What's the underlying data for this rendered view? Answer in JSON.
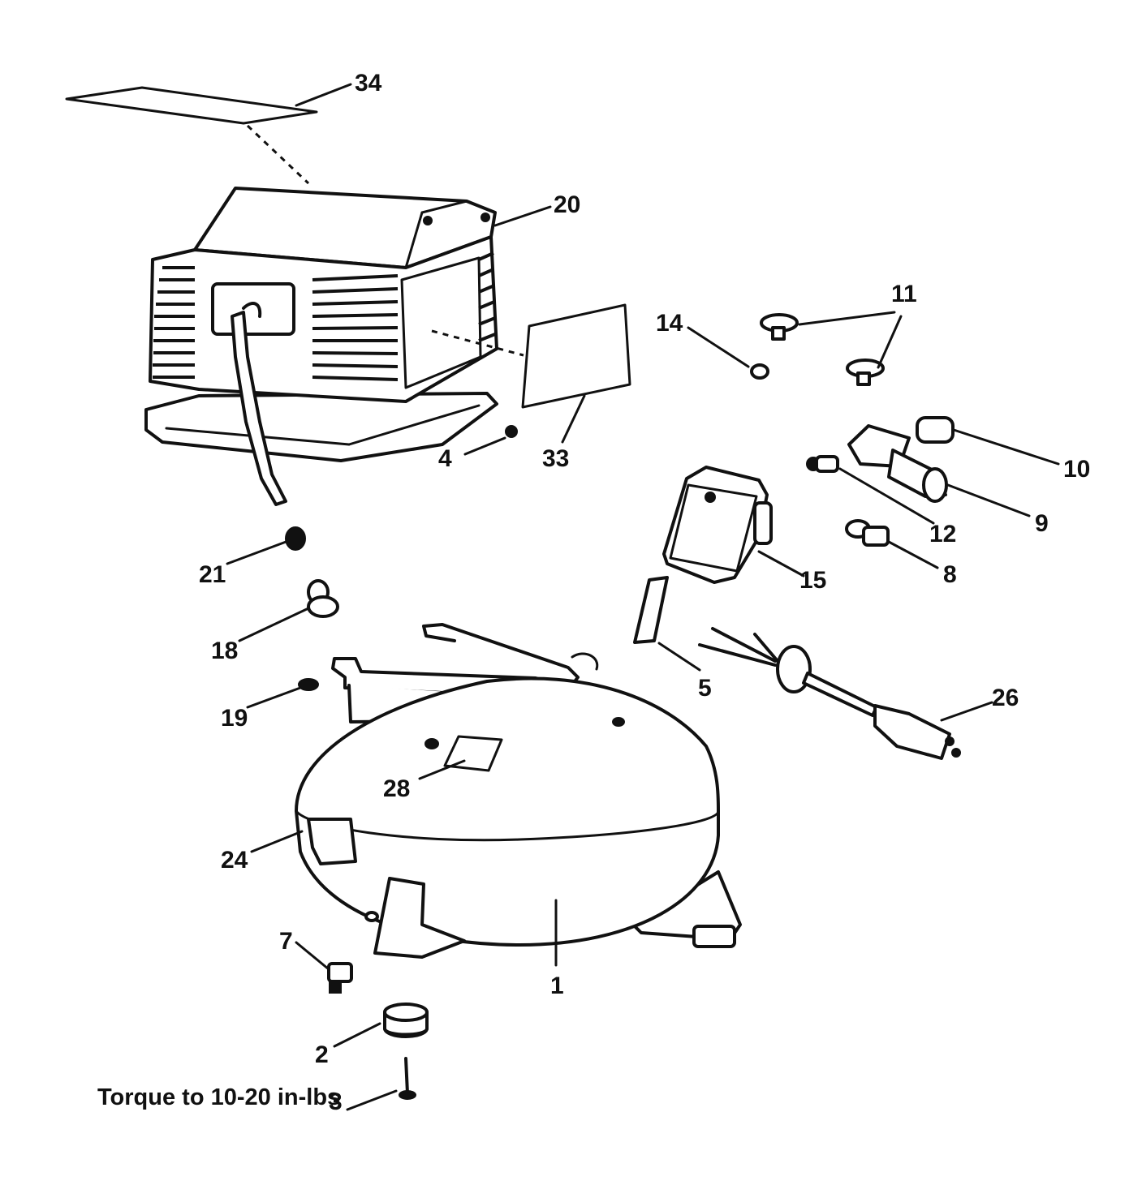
{
  "callouts": {
    "c34": "34",
    "c20": "20",
    "c11": "11",
    "c14": "14",
    "c4": "4",
    "c33": "33",
    "c10": "10",
    "c12": "12",
    "c9": "9",
    "c8": "8",
    "c15": "15",
    "c21": "21",
    "c18": "18",
    "c19": "19",
    "c5": "5",
    "c26": "26",
    "c28": "28",
    "c24": "24",
    "c7": "7",
    "c1": "1",
    "c2": "2",
    "c3": "3"
  },
  "note": "Torque to 10-20 in-lbs",
  "colors": {
    "line": "#111111",
    "background": "#ffffff"
  }
}
